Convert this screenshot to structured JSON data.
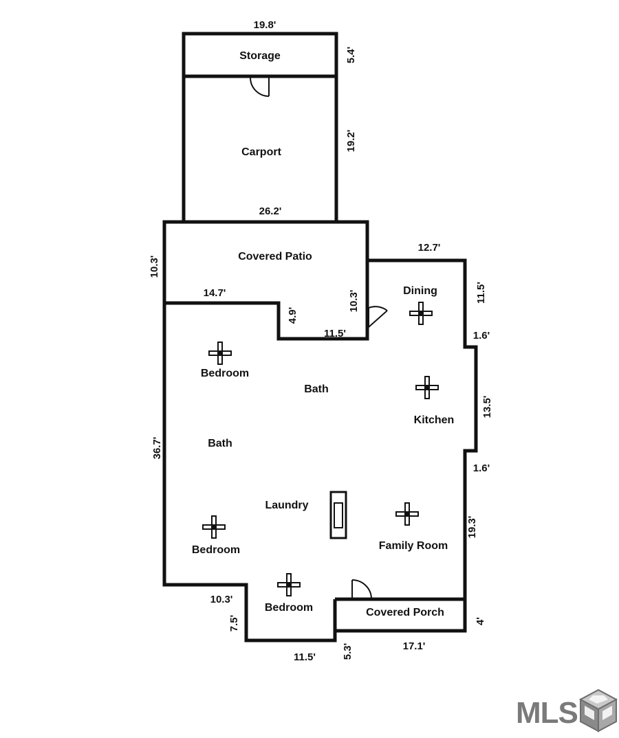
{
  "rooms": {
    "storage": "Storage",
    "carport": "Carport",
    "covered_patio": "Covered Patio",
    "dining": "Dining",
    "bedroom_1": "Bedroom",
    "bath_1": "Bath",
    "bath_2": "Bath",
    "kitchen": "Kitchen",
    "laundry": "Laundry",
    "bedroom_2": "Bedroom",
    "family_room": "Family Room",
    "bedroom_3": "Bedroom",
    "covered_porch": "Covered Porch"
  },
  "dimensions": {
    "storage_width": "19.8'",
    "storage_depth": "5.4'",
    "carport_depth": "19.2'",
    "carport_width": "26.2'",
    "patio_depth": "10.3'",
    "dining_width": "12.7'",
    "dining_depth": "11.5'",
    "patio_left_width": "14.7'",
    "patio_notch_depth": "4.9'",
    "patio_right_depth": "10.3'",
    "patio_notch_width": "11.5'",
    "kitchen_bump_top": "1.6'",
    "kitchen_depth": "13.5'",
    "kitchen_bump_bottom": "1.6'",
    "left_wall_length": "36.7'",
    "family_room_depth": "19.3'",
    "bottom_left_width": "10.3'",
    "bottom_left_depth": "7.5'",
    "porch_depth": "4'",
    "bedroom_bottom_width": "11.5'",
    "porch_step_depth": "5.3'",
    "porch_width": "17.1'"
  },
  "logo": {
    "text": "MLS",
    "brand_color": "#7a7a7a"
  }
}
